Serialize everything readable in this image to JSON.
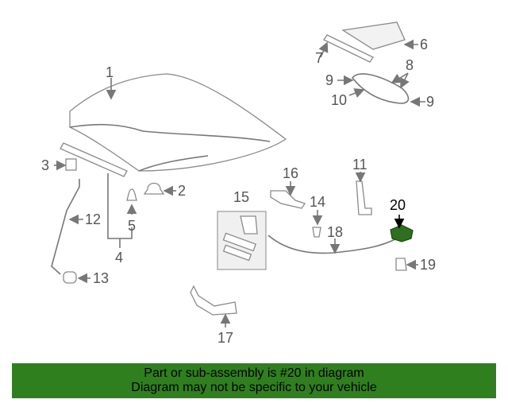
{
  "callouts": {
    "p1": "1",
    "p2": "2",
    "p3": "3",
    "p4": "4",
    "p5": "5",
    "p6": "6",
    "p7": "7",
    "p8": "8",
    "p9a": "9",
    "p9b": "9",
    "p10": "10",
    "p11": "11",
    "p12": "12",
    "p13": "13",
    "p14": "14",
    "p15": "15",
    "p16": "16",
    "p17": "17",
    "p18": "18",
    "p19": "19",
    "p20": "20"
  },
  "highlight": {
    "part_number": "20",
    "color": "#2f6f1f"
  },
  "banner": {
    "line1": "Part or sub-assembly is #20 in diagram",
    "line2": "Diagram may not be specific to your vehicle",
    "background": "#2f7f1f"
  }
}
